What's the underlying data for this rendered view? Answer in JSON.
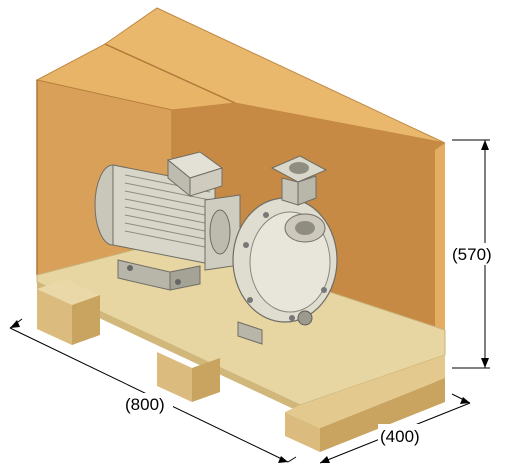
{
  "figure": {
    "subject": "centrifugal-pump-in-crate",
    "dimensions": {
      "length_label": "(800)",
      "depth_label": "(400)",
      "height_label": "(570)"
    },
    "colors": {
      "cardboard_light": "#e9b56a",
      "cardboard_mid": "#d69a4f",
      "cardboard_dark": "#b9813f",
      "pallet_base": "#e6d39e",
      "pallet_block": "#e2c488",
      "metal": "#d9d6ca",
      "metal_shadow": "#9e9b8f"
    }
  }
}
